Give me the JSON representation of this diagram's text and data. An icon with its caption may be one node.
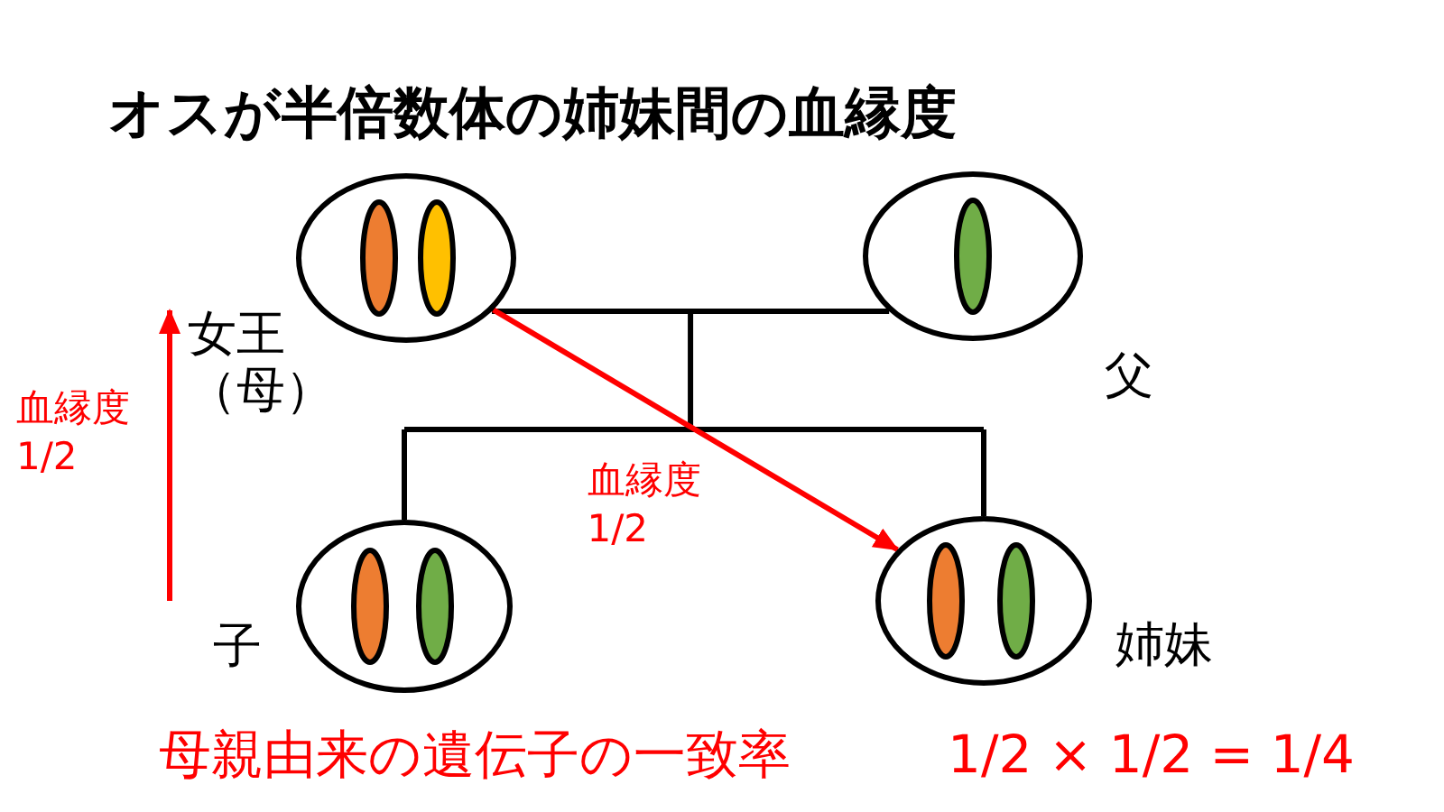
{
  "diagram": {
    "title": "オスが半倍数体の姉妹間の血縁度",
    "nodes": [
      {
        "text": [],
        "shape": "ellipse",
        "beside": [
          "女王（母）"
        ]
      },
      {
        "text": [],
        "shape": "ellipse",
        "beside": [
          "父"
        ]
      },
      {
        "text": [],
        "shape": "ellipse",
        "beside": [
          "子"
        ]
      },
      {
        "text": [],
        "shape": "ellipse",
        "beside": [
          "姉妹"
        ]
      }
    ],
    "edges": [
      {
        "from": 0,
        "to": 2,
        "arrow": "none"
      },
      {
        "from": 0,
        "to": 3,
        "arrow": "none"
      },
      {
        "from": 1,
        "to": 2,
        "arrow": "none"
      },
      {
        "from": 1,
        "to": 3,
        "arrow": "none"
      },
      {
        "from": 0,
        "to": 3,
        "arrow": "to",
        "label": "血縁度 1/2",
        "color": "#ff0000"
      },
      {
        "from": 2,
        "to": 0,
        "arrow": "to",
        "label": "血縁度 1/2",
        "color": "#ff0000"
      }
    ],
    "labels": [
      "母親由来の遺伝子の一致率",
      "1/2 × 1/2 = 1/4"
    ]
  }
}
